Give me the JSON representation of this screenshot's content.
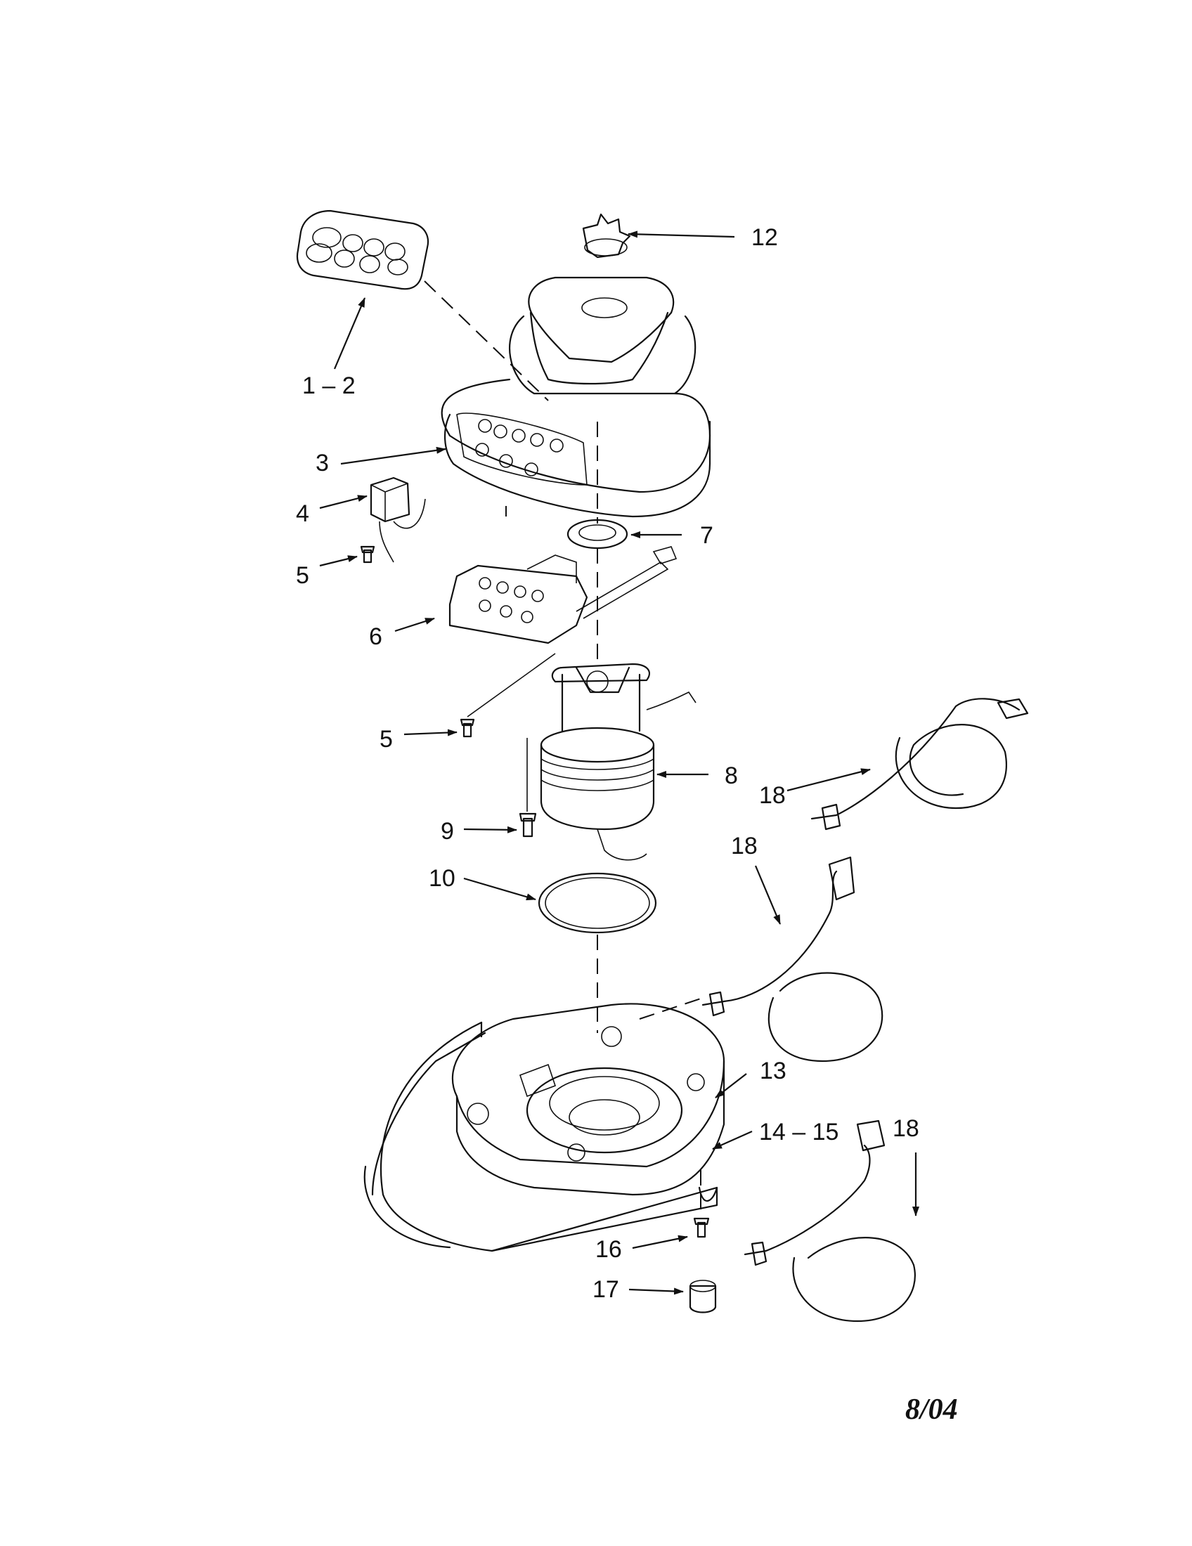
{
  "callouts": {
    "c1_2": "1 – 2",
    "c3": "3",
    "c4": "4",
    "c5a": "5",
    "c5b": "5",
    "c6": "6",
    "c7": "7",
    "c8": "8",
    "c9": "9",
    "c10": "10",
    "c12": "12",
    "c13": "13",
    "c14_15": "14 – 15",
    "c16": "16",
    "c17": "17",
    "c18a": "18",
    "c18b": "18",
    "c18c": "18"
  },
  "footer": {
    "date": "8/04"
  }
}
